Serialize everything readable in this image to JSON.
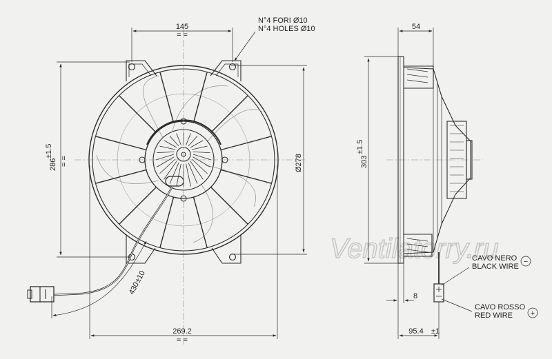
{
  "holes_label": {
    "line1": "N°4 FORI Ø10",
    "line2": "N°4 HOLES Ø10"
  },
  "dimensions": {
    "hole_spacing": "145",
    "vertical_spacing": "286",
    "vertical_spacing_tol": "±1.5",
    "diameter": "Ø278",
    "overall_width": "269.2",
    "cable_length": "430",
    "cable_length_tol": "±10",
    "depth": "54",
    "height": "303",
    "height_tol": "±1.5",
    "flange": "8",
    "cable_offset": "95.4",
    "cable_offset_tol": "±1"
  },
  "equal_mark": "= =",
  "wires": {
    "black_it": "CAVO NERO",
    "black_en": "BLACK WIRE",
    "black_symbol": "−",
    "red_it": "CAVO ROSSO",
    "red_en": "RED WIRE",
    "red_symbol": "+"
  },
  "watermark": "Ventilatorry.ru",
  "colors": {
    "background": "#f1f1f0",
    "line": "#2a2a2a"
  }
}
